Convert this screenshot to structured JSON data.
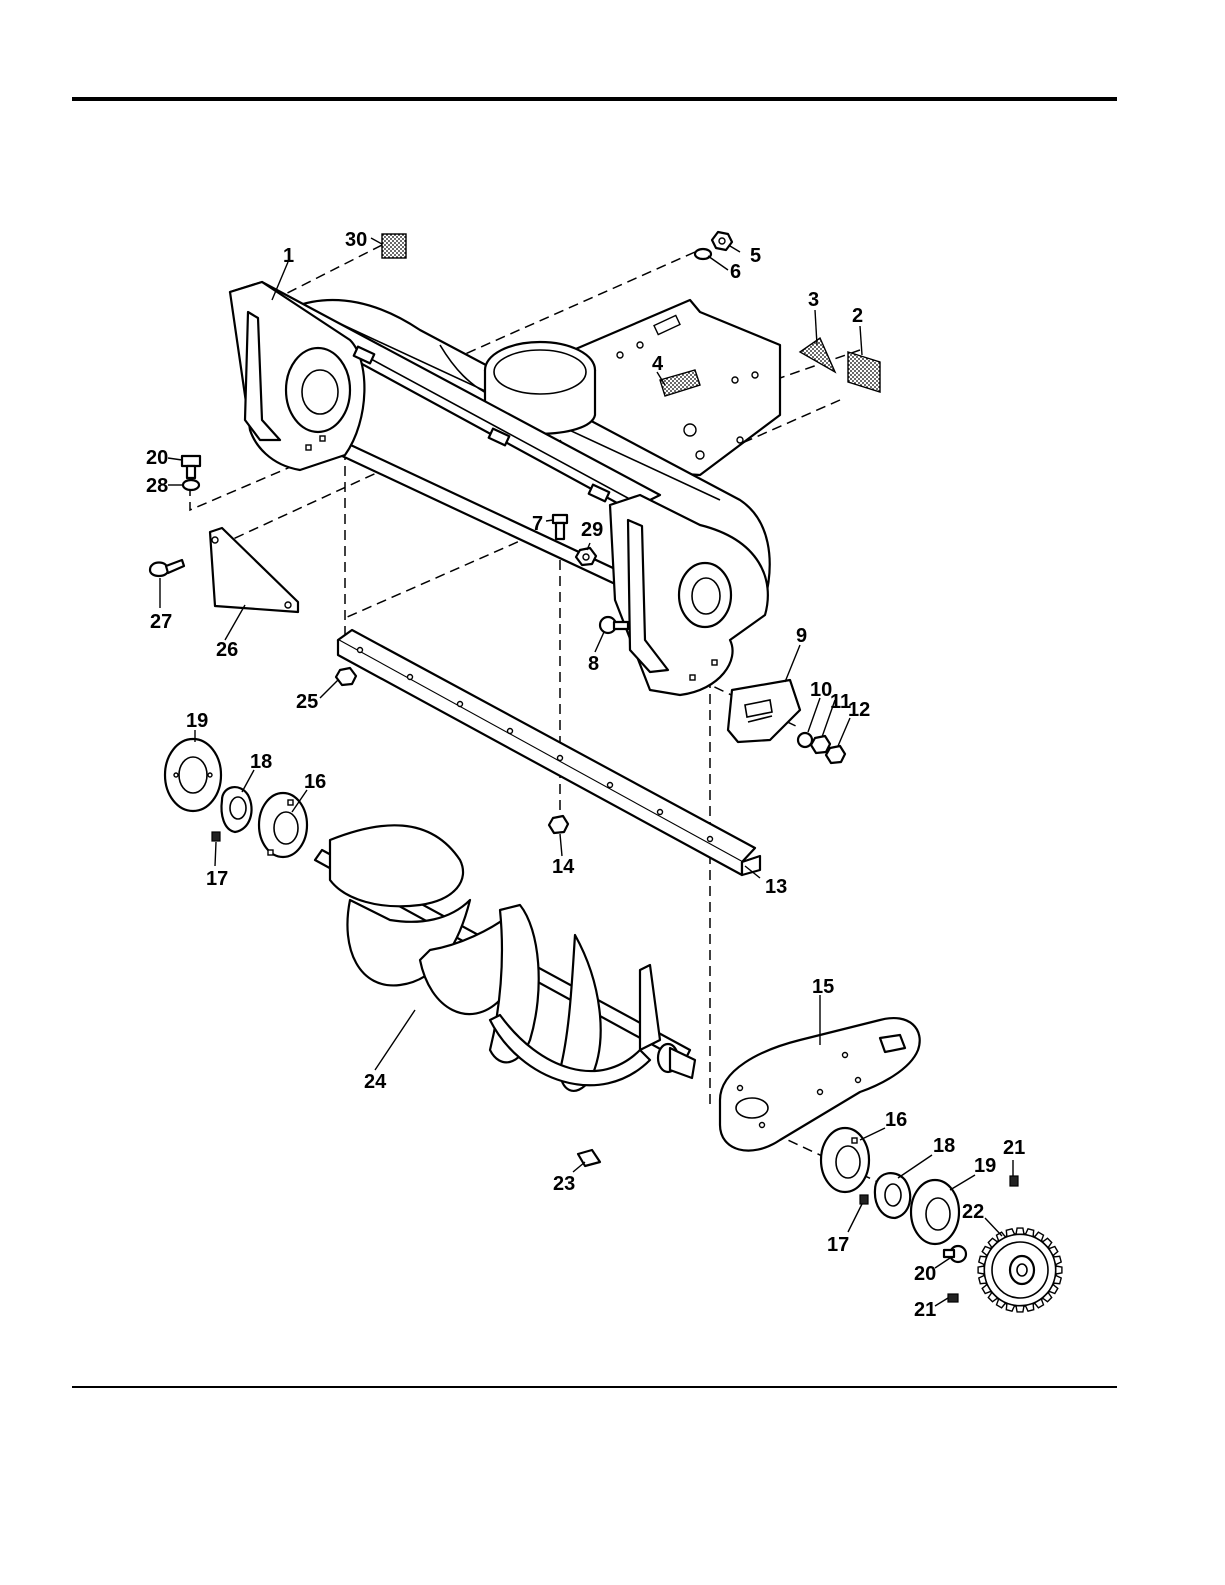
{
  "callouts": [
    {
      "id": "c1",
      "label": "1"
    },
    {
      "id": "c2",
      "label": "2"
    },
    {
      "id": "c3",
      "label": "3"
    },
    {
      "id": "c4",
      "label": "4"
    },
    {
      "id": "c5",
      "label": "5"
    },
    {
      "id": "c6",
      "label": "6"
    },
    {
      "id": "c7",
      "label": "7"
    },
    {
      "id": "c8",
      "label": "8"
    },
    {
      "id": "c9",
      "label": "9"
    },
    {
      "id": "c10",
      "label": "10"
    },
    {
      "id": "c11",
      "label": "11"
    },
    {
      "id": "c12",
      "label": "12"
    },
    {
      "id": "c13",
      "label": "13"
    },
    {
      "id": "c14",
      "label": "14"
    },
    {
      "id": "c15",
      "label": "15"
    },
    {
      "id": "c16a",
      "label": "16"
    },
    {
      "id": "c16b",
      "label": "16"
    },
    {
      "id": "c17a",
      "label": "17"
    },
    {
      "id": "c17b",
      "label": "17"
    },
    {
      "id": "c18a",
      "label": "18"
    },
    {
      "id": "c18b",
      "label": "18"
    },
    {
      "id": "c19a",
      "label": "19"
    },
    {
      "id": "c19b",
      "label": "19"
    },
    {
      "id": "c20a",
      "label": "20"
    },
    {
      "id": "c20b",
      "label": "20"
    },
    {
      "id": "c21a",
      "label": "21"
    },
    {
      "id": "c21b",
      "label": "21"
    },
    {
      "id": "c22",
      "label": "22"
    },
    {
      "id": "c23",
      "label": "23"
    },
    {
      "id": "c24",
      "label": "24"
    },
    {
      "id": "c25",
      "label": "25"
    },
    {
      "id": "c26",
      "label": "26"
    },
    {
      "id": "c27",
      "label": "27"
    },
    {
      "id": "c28",
      "label": "28"
    },
    {
      "id": "c29",
      "label": "29"
    },
    {
      "id": "c30",
      "label": "30"
    }
  ]
}
